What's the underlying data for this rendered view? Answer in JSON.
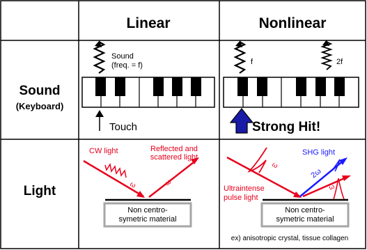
{
  "headers": {
    "linear": "Linear",
    "nonlinear": "Nonlinear"
  },
  "rows": {
    "sound": {
      "title": "Sound",
      "subtitle": "(Keyboard)"
    },
    "light": {
      "title": "Light"
    }
  },
  "sound_linear": {
    "wave_label": "Sound",
    "wave_label_freq": "(freq. = f)",
    "touch": "Touch"
  },
  "sound_nonlinear": {
    "f": "f",
    "f2": "2f",
    "strong_hit": "Strong Hit!"
  },
  "light_linear": {
    "cw_light": "CW light",
    "reflected_1": "Reflected and",
    "reflected_2": "scattered light",
    "omega_in": "ω",
    "omega_out": "ω",
    "material_1": "Non centro-",
    "material_2": "symetric material"
  },
  "light_nonlinear": {
    "shg_light": "SHG light",
    "two_omega": "2ω",
    "omega_a": "ω",
    "omega_b": "ω",
    "ultra_1": "Ultraintense",
    "ultra_2": "pulse light",
    "material_1": "Non centro-",
    "material_2": "symetric material",
    "example": "ex) anisotropic crystal, tissue collagen"
  },
  "colors": {
    "red": "#e8001c",
    "blue": "#1a1aff",
    "black": "#000000",
    "gray": "#a6a6a6"
  }
}
